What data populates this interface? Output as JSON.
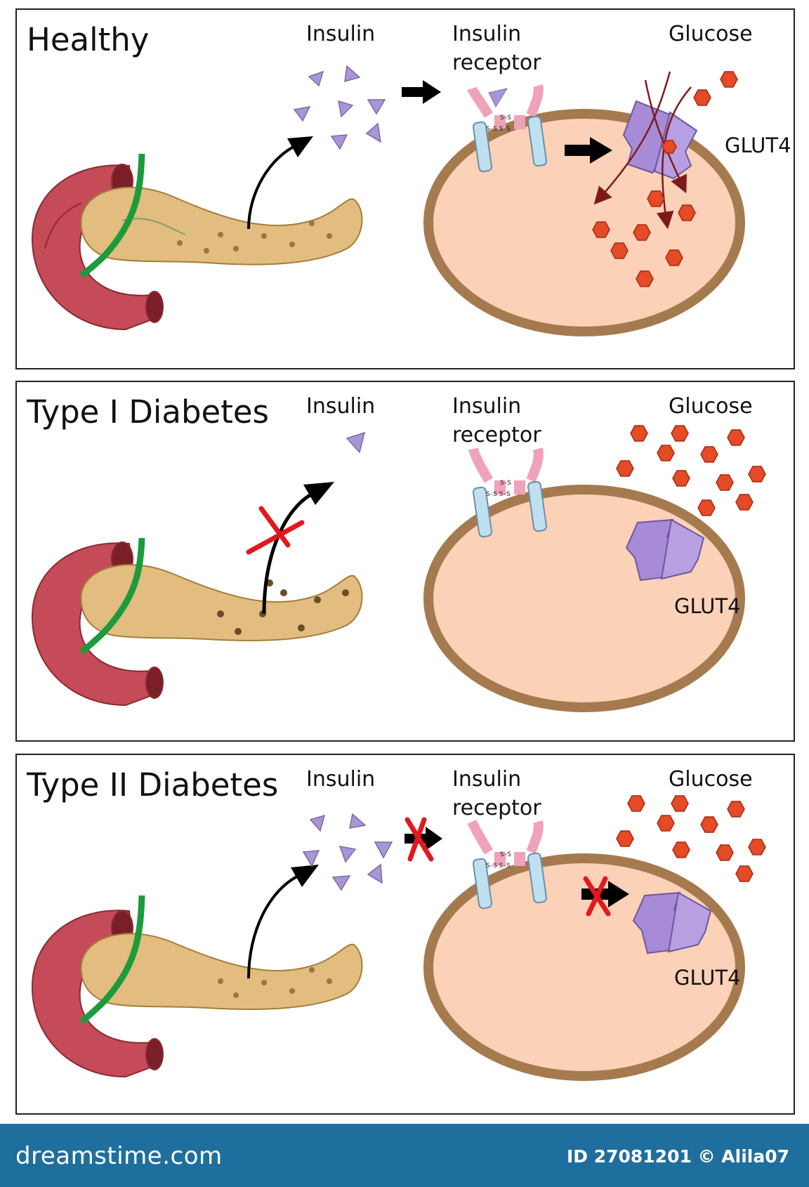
{
  "panels": [
    {
      "title": "Healthy",
      "insulin": "Insulin",
      "receptor_line1": "Insulin",
      "receptor_line2": "receptor",
      "glucose": "Glucose",
      "glut4": "GLUT4"
    },
    {
      "title": "Type I Diabetes",
      "insulin": "Insulin",
      "receptor_line1": "Insulin",
      "receptor_line2": "receptor",
      "glucose": "Glucose",
      "glut4": "GLUT4"
    },
    {
      "title": "Type II Diabetes",
      "insulin": "Insulin",
      "receptor_line1": "Insulin",
      "receptor_line2": "receptor",
      "glucose": "Glucose",
      "glut4": "GLUT4"
    }
  ],
  "footer": {
    "logo": "dreamstime.com",
    "credit": "ID 27081201 © Alila07"
  },
  "colors": {
    "cell_membrane": "#a57a4e",
    "cytoplasm": "#fbd1b7",
    "insulin": "#a995d6",
    "glucose": "#e44b26",
    "glut4": "#a78bd6",
    "pancreas": "#e2bd7f",
    "duodenum": "#c54b58",
    "inhibit_x": "#e3181f",
    "footer_bg": "#1f6f9e"
  }
}
